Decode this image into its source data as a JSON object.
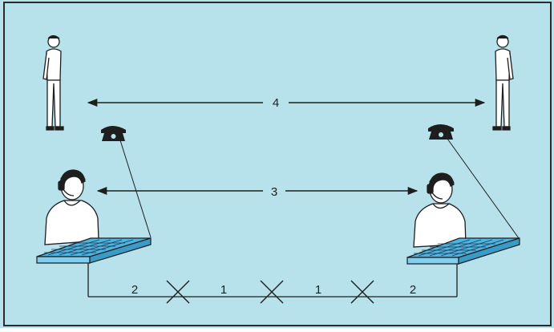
{
  "colors": {
    "background": "#b7e2ec",
    "frame": "#2a2a2a",
    "line": "#1e1e1e",
    "keyboard_face": "#4fb4de",
    "keyboard_edge": "#7fd0f0",
    "person_fill": "#ffffff"
  },
  "labels": {
    "level_4": "4",
    "level_3": "3",
    "segment_left_outer": "2",
    "segment_left_inner": "1",
    "segment_right_inner": "1",
    "segment_right_outer": "2"
  },
  "icons": [
    "standing-person-icon",
    "telephone-icon",
    "operator-headset-icon",
    "switchboard-keyboard-icon",
    "cross-marker-icon",
    "double-arrow-icon"
  ]
}
